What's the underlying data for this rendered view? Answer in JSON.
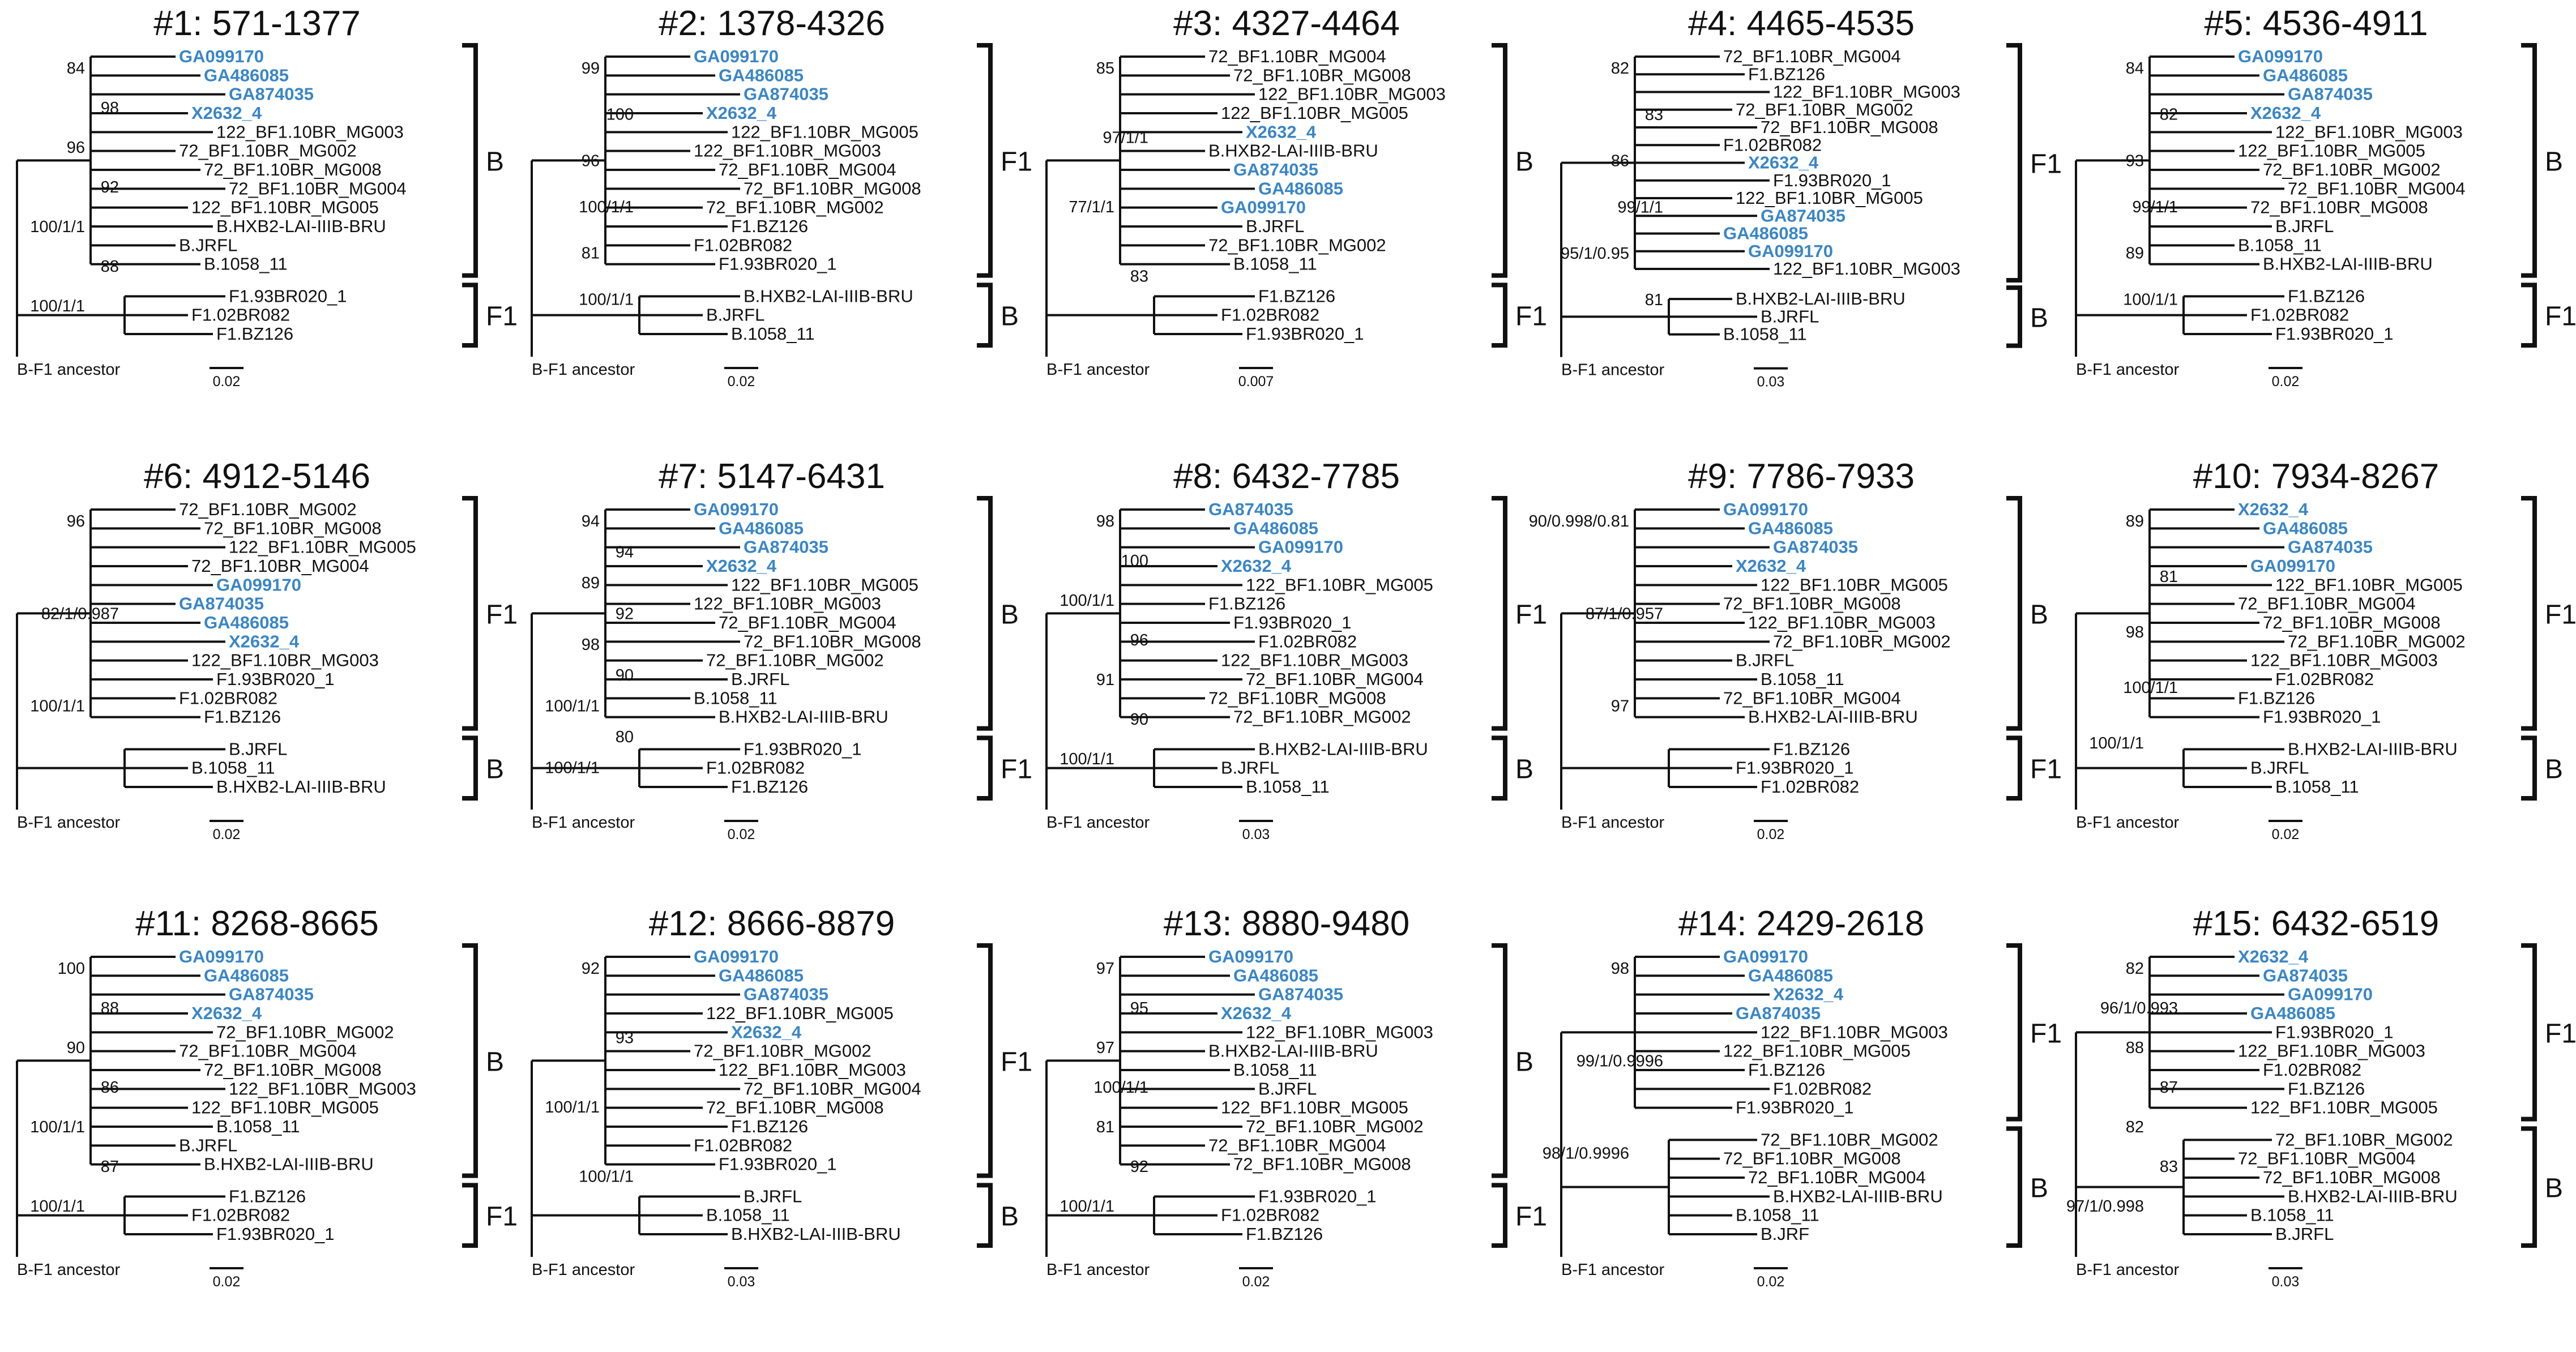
{
  "highlight_color": "#3a86c6",
  "panels": [
    {
      "title": "#1: 571-1377",
      "ancestor": "B-F1 ancestor",
      "scale": "0.02",
      "clades": [
        {
          "label": "B",
          "tips": [
            "GA099170",
            "GA486085",
            "GA874035",
            "X2632_4",
            "122_BF1.10BR_MG003",
            "72_BF1.10BR_MG002",
            "72_BF1.10BR_MG008",
            "72_BF1.10BR_MG004",
            "122_BF1.10BR_MG005",
            "B.HXB2-LAI-IIIB-BRU",
            "B.JRFL",
            "B.1058_11"
          ]
        },
        {
          "label": "F1",
          "tips": [
            "F1.93BR020_1",
            "F1.02BR082",
            "F1.BZ126"
          ]
        }
      ],
      "supports": [
        "84",
        "98",
        "96",
        "92",
        "100/1/1",
        "88",
        "100/1/1"
      ]
    },
    {
      "title": "#2: 1378-4326",
      "ancestor": "B-F1 ancestor",
      "scale": "0.02",
      "clades": [
        {
          "label": "F1",
          "tips": [
            "GA099170",
            "GA486085",
            "GA874035",
            "X2632_4",
            "122_BF1.10BR_MG005",
            "122_BF1.10BR_MG003",
            "72_BF1.10BR_MG004",
            "72_BF1.10BR_MG008",
            "72_BF1.10BR_MG002",
            "F1.BZ126",
            "F1.02BR082",
            "F1.93BR020_1"
          ]
        },
        {
          "label": "B",
          "tips": [
            "B.HXB2-LAI-IIIB-BRU",
            "B.JRFL",
            "B.1058_11"
          ]
        }
      ],
      "supports": [
        "99",
        "100",
        "96",
        "100/1/1",
        "81",
        "100/1/1"
      ]
    },
    {
      "title": "#3: 4327-4464",
      "ancestor": "B-F1 ancestor",
      "scale": "0.007",
      "clades": [
        {
          "label": "B",
          "tips": [
            "72_BF1.10BR_MG004",
            "72_BF1.10BR_MG008",
            "122_BF1.10BR_MG003",
            "122_BF1.10BR_MG005",
            "X2632_4",
            "B.HXB2-LAI-IIIB-BRU",
            "GA874035",
            "GA486085",
            "GA099170",
            "B.JRFL",
            "72_BF1.10BR_MG002",
            "B.1058_11"
          ]
        },
        {
          "label": "F1",
          "tips": [
            "F1.BZ126",
            "F1.02BR082",
            "F1.93BR020_1"
          ]
        }
      ],
      "supports": [
        "85",
        "97/1/1",
        "77/1/1",
        "83"
      ]
    },
    {
      "title": "#4: 4465-4535",
      "ancestor": "B-F1 ancestor",
      "scale": "0.03",
      "clades": [
        {
          "label": "F1",
          "tips": [
            "72_BF1.10BR_MG004",
            "F1.BZ126",
            "122_BF1.10BR_MG003",
            "72_BF1.10BR_MG002",
            "72_BF1.10BR_MG008",
            "F1.02BR082",
            "X2632_4",
            "F1.93BR020_1",
            "122_BF1.10BR_MG005",
            "GA874035",
            "GA486085",
            "GA099170",
            "122_BF1.10BR_MG003"
          ]
        },
        {
          "label": "B",
          "tips": [
            "B.HXB2-LAI-IIIB-BRU",
            "B.JRFL",
            "B.1058_11"
          ]
        }
      ],
      "supports": [
        "82",
        "83",
        "86",
        "99/1/1",
        "95/1/0.95",
        "81"
      ]
    },
    {
      "title": "#5: 4536-4911",
      "ancestor": "B-F1 ancestor",
      "scale": "0.02",
      "clades": [
        {
          "label": "B",
          "tips": [
            "GA099170",
            "GA486085",
            "GA874035",
            "X2632_4",
            "122_BF1.10BR_MG003",
            "122_BF1.10BR_MG005",
            "72_BF1.10BR_MG002",
            "72_BF1.10BR_MG004",
            "72_BF1.10BR_MG008",
            "B.JRFL",
            "B.1058_11",
            "B.HXB2-LAI-IIIB-BRU"
          ]
        },
        {
          "label": "F1",
          "tips": [
            "F1.BZ126",
            "F1.02BR082",
            "F1.93BR020_1"
          ]
        }
      ],
      "supports": [
        "84",
        "82",
        "93",
        "99/1/1",
        "89",
        "100/1/1"
      ]
    },
    {
      "title": "#6: 4912-5146",
      "ancestor": "B-F1 ancestor",
      "scale": "0.02",
      "clades": [
        {
          "label": "F1",
          "tips": [
            "72_BF1.10BR_MG002",
            "72_BF1.10BR_MG008",
            "122_BF1.10BR_MG005",
            "72_BF1.10BR_MG004",
            "GA099170",
            "GA874035",
            "GA486085",
            "X2632_4",
            "122_BF1.10BR_MG003",
            "F1.93BR020_1",
            "F1.02BR082",
            "F1.BZ126"
          ]
        },
        {
          "label": "B",
          "tips": [
            "B.JRFL",
            "B.1058_11",
            "B.HXB2-LAI-IIIB-BRU"
          ]
        }
      ],
      "supports": [
        "96",
        "82/1/0.987",
        "100/1/1"
      ]
    },
    {
      "title": "#7: 5147-6431",
      "ancestor": "B-F1 ancestor",
      "scale": "0.02",
      "clades": [
        {
          "label": "B",
          "tips": [
            "GA099170",
            "GA486085",
            "GA874035",
            "X2632_4",
            "122_BF1.10BR_MG005",
            "122_BF1.10BR_MG003",
            "72_BF1.10BR_MG004",
            "72_BF1.10BR_MG008",
            "72_BF1.10BR_MG002",
            "B.JRFL",
            "B.1058_11",
            "B.HXB2-LAI-IIIB-BRU"
          ]
        },
        {
          "label": "F1",
          "tips": [
            "F1.93BR020_1",
            "F1.02BR082",
            "F1.BZ126"
          ]
        }
      ],
      "supports": [
        "94",
        "94",
        "89",
        "92",
        "98",
        "90",
        "100/1/1",
        "80",
        "100/1/1"
      ]
    },
    {
      "title": "#8: 6432-7785",
      "ancestor": "B-F1 ancestor",
      "scale": "0.03",
      "clades": [
        {
          "label": "F1",
          "tips": [
            "GA874035",
            "GA486085",
            "GA099170",
            "X2632_4",
            "122_BF1.10BR_MG005",
            "F1.BZ126",
            "F1.93BR020_1",
            "F1.02BR082",
            "122_BF1.10BR_MG003",
            "72_BF1.10BR_MG004",
            "72_BF1.10BR_MG008",
            "72_BF1.10BR_MG002"
          ]
        },
        {
          "label": "B",
          "tips": [
            "B.HXB2-LAI-IIIB-BRU",
            "B.JRFL",
            "B.1058_11"
          ]
        }
      ],
      "supports": [
        "98",
        "100",
        "100/1/1",
        "96",
        "91",
        "90",
        "100/1/1"
      ]
    },
    {
      "title": "#9: 7786-7933",
      "ancestor": "B-F1 ancestor",
      "scale": "0.02",
      "clades": [
        {
          "label": "B",
          "tips": [
            "GA099170",
            "GA486085",
            "GA874035",
            "X2632_4",
            "122_BF1.10BR_MG005",
            "72_BF1.10BR_MG008",
            "122_BF1.10BR_MG003",
            "72_BF1.10BR_MG002",
            "B.JRFL",
            "B.1058_11",
            "72_BF1.10BR_MG004",
            "B.HXB2-LAI-IIIB-BRU"
          ]
        },
        {
          "label": "F1",
          "tips": [
            "F1.BZ126",
            "F1.93BR020_1",
            "F1.02BR082"
          ]
        }
      ],
      "supports": [
        "90/0.998/0.81",
        "87/1/0.957",
        "97"
      ]
    },
    {
      "title": "#10: 7934-8267",
      "ancestor": "B-F1 ancestor",
      "scale": "0.02",
      "clades": [
        {
          "label": "F1",
          "tips": [
            "X2632_4",
            "GA486085",
            "GA874035",
            "GA099170",
            "122_BF1.10BR_MG005",
            "72_BF1.10BR_MG004",
            "72_BF1.10BR_MG008",
            "72_BF1.10BR_MG002",
            "122_BF1.10BR_MG003",
            "F1.02BR082",
            "F1.BZ126",
            "F1.93BR020_1"
          ]
        },
        {
          "label": "B",
          "tips": [
            "B.HXB2-LAI-IIIB-BRU",
            "B.JRFL",
            "B.1058_11"
          ]
        }
      ],
      "supports": [
        "89",
        "81",
        "98",
        "100/1/1",
        "100/1/1"
      ]
    },
    {
      "title": "#11: 8268-8665",
      "ancestor": "B-F1 ancestor",
      "scale": "0.02",
      "clades": [
        {
          "label": "B",
          "tips": [
            "GA099170",
            "GA486085",
            "GA874035",
            "X2632_4",
            "72_BF1.10BR_MG002",
            "72_BF1.10BR_MG004",
            "72_BF1.10BR_MG008",
            "122_BF1.10BR_MG003",
            "122_BF1.10BR_MG005",
            "B.1058_11",
            "B.JRFL",
            "B.HXB2-LAI-IIIB-BRU"
          ]
        },
        {
          "label": "F1",
          "tips": [
            "F1.BZ126",
            "F1.02BR082",
            "F1.93BR020_1"
          ]
        }
      ],
      "supports": [
        "100",
        "88",
        "90",
        "86",
        "100/1/1",
        "87",
        "100/1/1"
      ]
    },
    {
      "title": "#12: 8666-8879",
      "ancestor": "B-F1 ancestor",
      "scale": "0.03",
      "clades": [
        {
          "label": "F1",
          "tips": [
            "GA099170",
            "GA486085",
            "GA874035",
            "122_BF1.10BR_MG005",
            "X2632_4",
            "72_BF1.10BR_MG002",
            "122_BF1.10BR_MG003",
            "72_BF1.10BR_MG004",
            "72_BF1.10BR_MG008",
            "F1.BZ126",
            "F1.02BR082",
            "F1.93BR020_1"
          ]
        },
        {
          "label": "B",
          "tips": [
            "B.JRFL",
            "B.1058_11",
            "B.HXB2-LAI-IIIB-BRU"
          ]
        }
      ],
      "supports": [
        "92",
        "93",
        "100/1/1",
        "100/1/1"
      ]
    },
    {
      "title": "#13: 8880-9480",
      "ancestor": "B-F1 ancestor",
      "scale": "0.02",
      "clades": [
        {
          "label": "B",
          "tips": [
            "GA099170",
            "GA486085",
            "GA874035",
            "X2632_4",
            "122_BF1.10BR_MG003",
            "B.HXB2-LAI-IIIB-BRU",
            "B.1058_11",
            "B.JRFL",
            "122_BF1.10BR_MG005",
            "72_BF1.10BR_MG002",
            "72_BF1.10BR_MG004",
            "72_BF1.10BR_MG008"
          ]
        },
        {
          "label": "F1",
          "tips": [
            "F1.93BR020_1",
            "F1.02BR082",
            "F1.BZ126"
          ]
        }
      ],
      "supports": [
        "97",
        "95",
        "97",
        "100/1/1",
        "81",
        "92",
        "100/1/1"
      ]
    },
    {
      "title": "#14: 2429-2618",
      "ancestor": "B-F1 ancestor",
      "scale": "0.02",
      "clades": [
        {
          "label": "F1",
          "tips": [
            "GA099170",
            "GA486085",
            "X2632_4",
            "GA874035",
            "122_BF1.10BR_MG003",
            "122_BF1.10BR_MG005",
            "F1.BZ126",
            "F1.02BR082",
            "F1.93BR020_1"
          ]
        },
        {
          "label": "B",
          "tips": [
            "72_BF1.10BR_MG002",
            "72_BF1.10BR_MG008",
            "72_BF1.10BR_MG004",
            "B.HXB2-LAI-IIIB-BRU",
            "B.1058_11",
            "B.JRF"
          ]
        }
      ],
      "supports": [
        "98",
        "99/1/0.9996",
        "98/1/0.9996"
      ]
    },
    {
      "title": "#15: 6432-6519",
      "ancestor": "B-F1 ancestor",
      "scale": "0.03",
      "clades": [
        {
          "label": "F1",
          "tips": [
            "X2632_4",
            "GA874035",
            "GA099170",
            "GA486085",
            "F1.93BR020_1",
            "122_BF1.10BR_MG003",
            "F1.02BR082",
            "F1.BZ126",
            "122_BF1.10BR_MG005"
          ]
        },
        {
          "label": "B",
          "tips": [
            "72_BF1.10BR_MG002",
            "72_BF1.10BR_MG004",
            "72_BF1.10BR_MG008",
            "B.HXB2-LAI-IIIB-BRU",
            "B.1058_11",
            "B.JRFL"
          ]
        }
      ],
      "supports": [
        "82",
        "96/1/0.993",
        "88",
        "87",
        "82",
        "83",
        "97/1/0.998"
      ]
    }
  ]
}
